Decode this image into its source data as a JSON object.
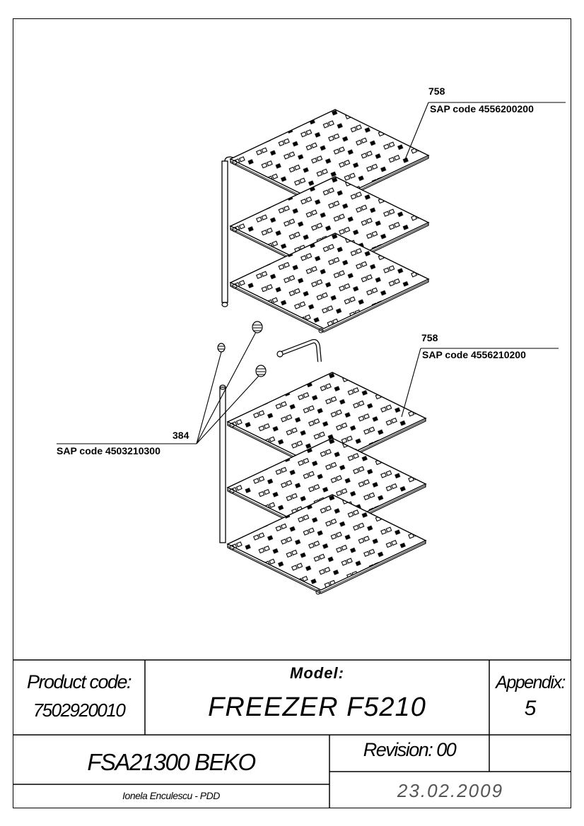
{
  "callouts": {
    "top_shelf_pos": "758",
    "top_shelf_sap": "SAP code 4556200200",
    "bottom_shelf_pos": "758",
    "bottom_shelf_sap": "SAP code 4556210200",
    "plug_pos": "384",
    "plug_sap": "SAP code 4503210300"
  },
  "title_block": {
    "product_code_label": "Product code:",
    "product_code_value": "7502920010",
    "model_label": "Model:",
    "model_value": "FREEZER F5210",
    "appendix_label": "Appendix:",
    "appendix_value": "5",
    "product_name": "FSA21300 BEKO",
    "revision": "Revision: 00",
    "author": "Ionela Enculescu - PDD",
    "date": "23.02.2009"
  }
}
